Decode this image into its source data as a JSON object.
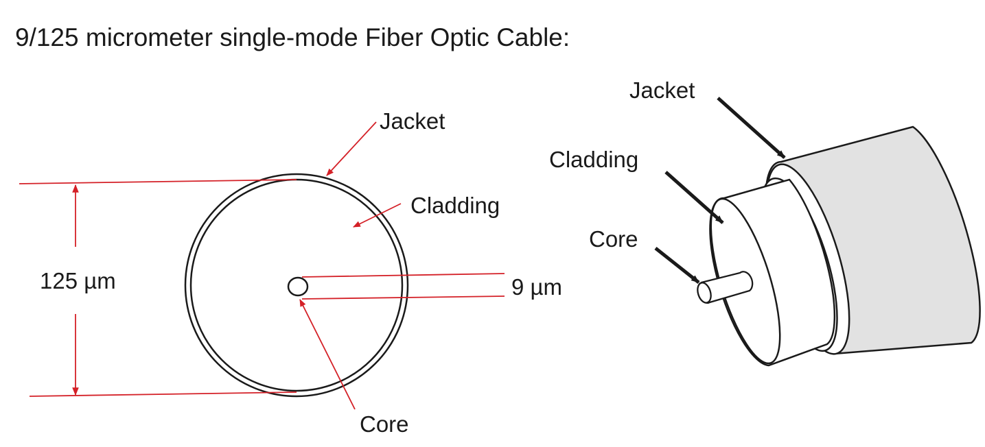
{
  "title": "9/125 micrometer single-mode Fiber Optic Cable:",
  "cross_section": {
    "labels": {
      "jacket": "Jacket",
      "cladding": "Cladding",
      "core": "Core",
      "outer_diameter": "125 µm",
      "core_diameter": "9 µm"
    }
  },
  "side_view": {
    "labels": {
      "jacket": "Jacket",
      "cladding": "Cladding",
      "core": "Core"
    }
  },
  "colors": {
    "annotation_red": "#d42027",
    "outline": "#1a1a1a",
    "jacket_fill": "#e2e2e2",
    "background": "#ffffff"
  }
}
